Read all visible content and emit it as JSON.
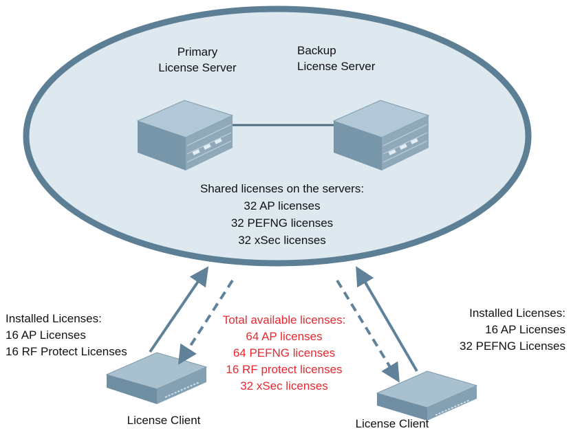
{
  "primary_server": {
    "label_line1": "Primary",
    "label_line2": "License Server"
  },
  "backup_server": {
    "label_line1": "Backup",
    "label_line2": "License Server"
  },
  "shared_licenses": {
    "heading": "Shared licenses on the servers:",
    "items": [
      "32 AP licenses",
      "32 PEFNG licenses",
      "32 xSec licenses"
    ]
  },
  "left_client": {
    "installed_heading": "Installed Licenses:",
    "installed_items": [
      "16 AP Licenses",
      "16 RF Protect Licenses"
    ],
    "label": "License Client"
  },
  "right_client": {
    "installed_heading": "Installed Licenses:",
    "installed_items": [
      "16 AP Licenses",
      "32 PEFNG Licenses"
    ],
    "label": "License Client"
  },
  "total_available": {
    "heading": "Total available licenses:",
    "items": [
      "64 AP licenses",
      "64 PEFNG licenses",
      "16 RF protect licenses",
      "32 xSec licenses"
    ]
  },
  "colors": {
    "ellipse_fill": "#dde8ef",
    "ellipse_stroke": "#5d7f95",
    "arrow": "#5f8199",
    "device_top": "#a9c0cf",
    "device_side": "#6f8ea3",
    "highlight_text": "#e8282e"
  }
}
